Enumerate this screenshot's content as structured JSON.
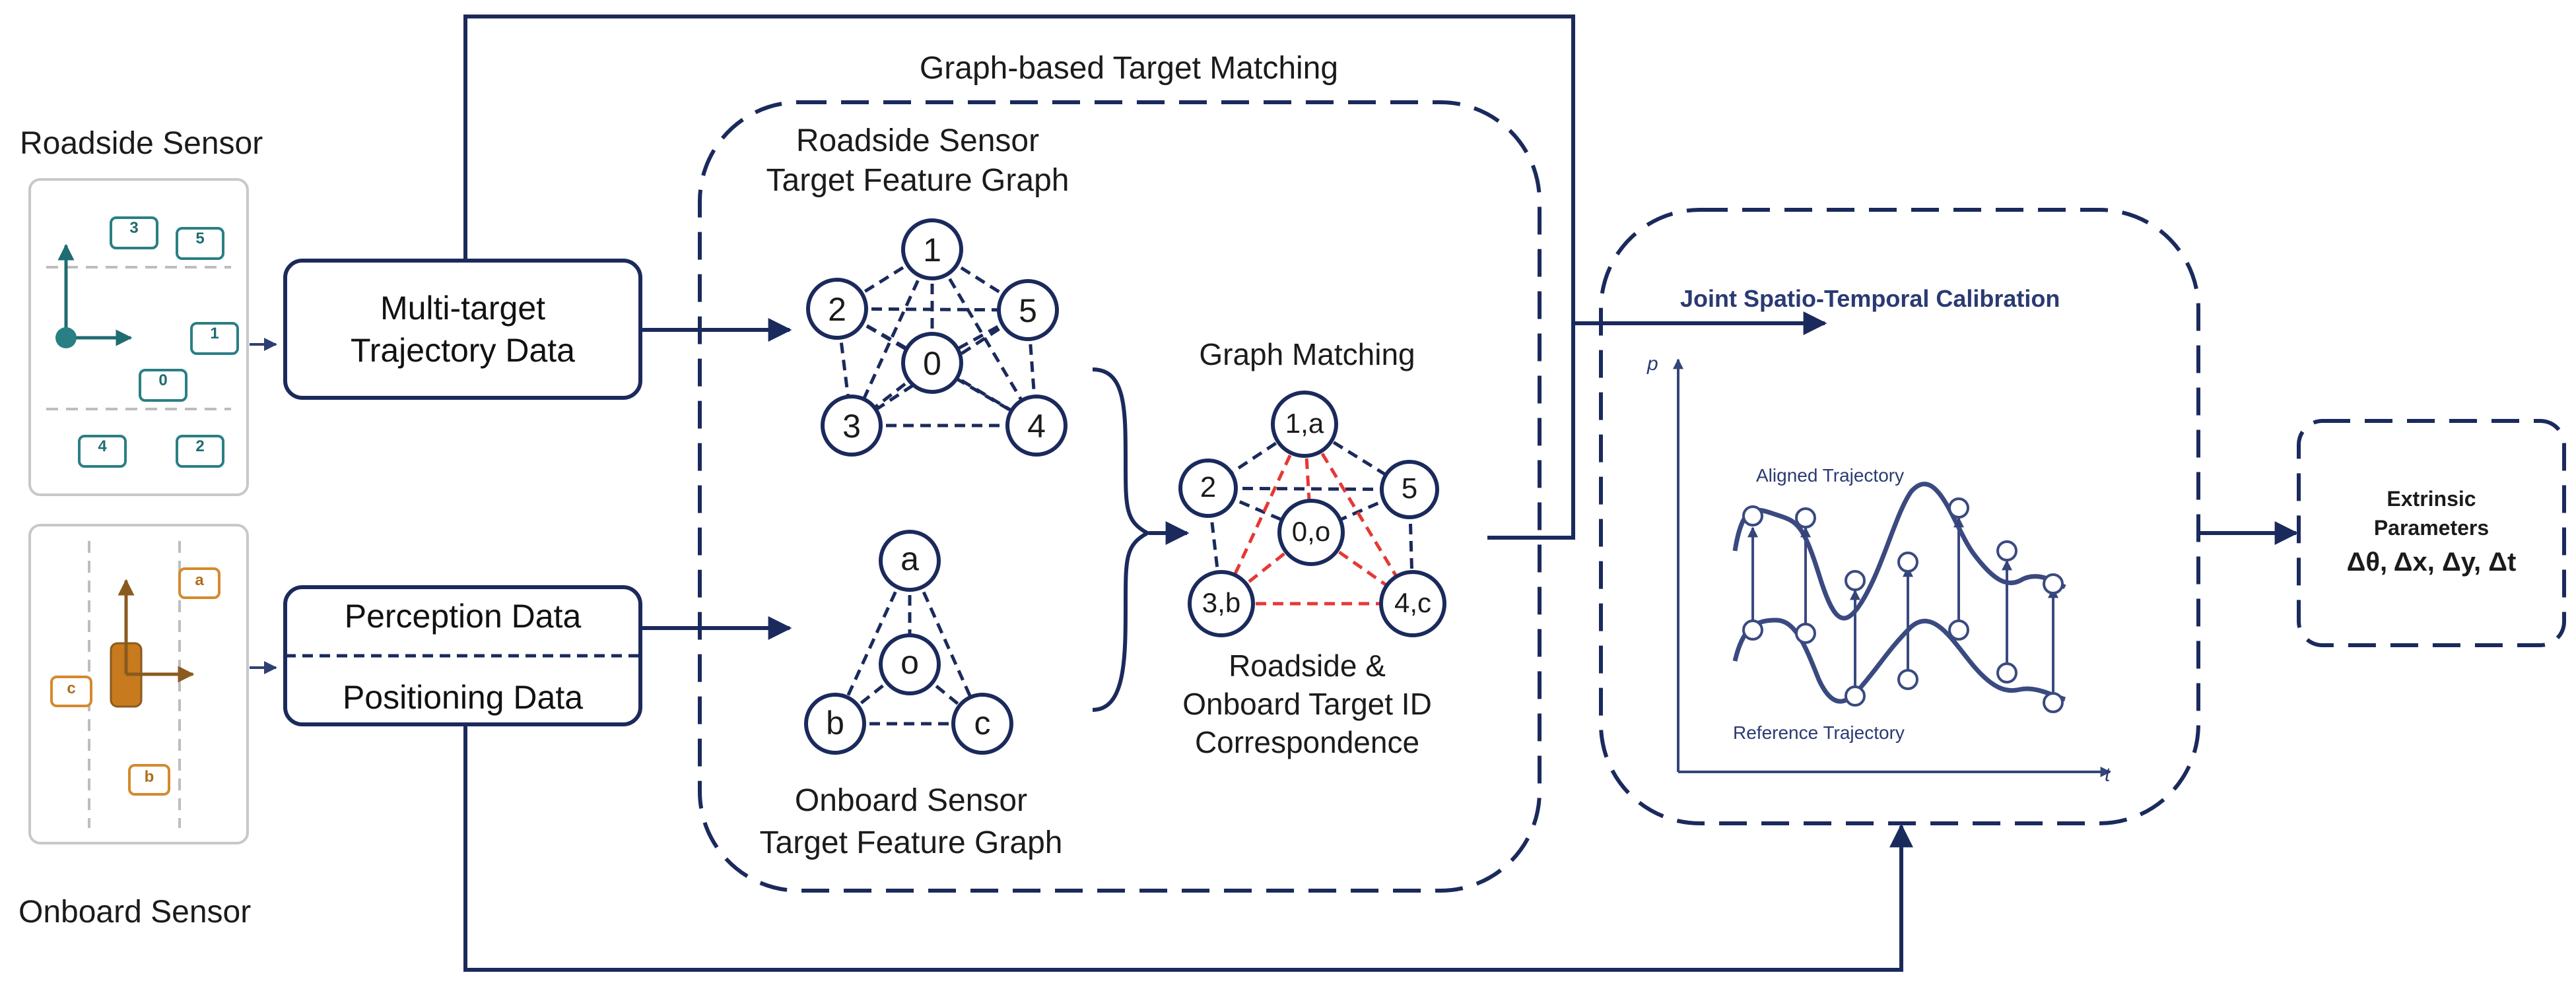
{
  "roadside_sensor": {
    "title": "Roadside Sensor",
    "target_ids": [
      "3",
      "5",
      "1",
      "0",
      "4",
      "2"
    ]
  },
  "onboard_sensor": {
    "title": "Onboard Sensor",
    "target_ids": [
      "a",
      "c",
      "b"
    ]
  },
  "multi_target_box": {
    "line1": "Multi-target",
    "line2": "Trajectory Data"
  },
  "perception_box": {
    "top": "Perception Data",
    "bottom": "Positioning Data"
  },
  "graph_matching_section": {
    "title": "Graph-based Target Matching",
    "roadside_graph": {
      "line1": "Roadside Sensor",
      "line2": "Target Feature Graph",
      "nodes": [
        "1",
        "2",
        "5",
        "0",
        "3",
        "4"
      ]
    },
    "onboard_graph": {
      "line1": "Onboard Sensor",
      "line2": "Target Feature Graph",
      "nodes": [
        "a",
        "o",
        "b",
        "c"
      ]
    },
    "matching": {
      "title": "Graph Matching",
      "nodes": [
        "1,a",
        "2",
        "5",
        "0,o",
        "3,b",
        "4,c"
      ],
      "caption_line1": "Roadside &",
      "caption_line2": "Onboard Target ID",
      "caption_line3": "Correspondence"
    }
  },
  "calibration": {
    "title": "Joint Spatio-Temporal Calibration",
    "y_axis": "p",
    "x_axis": "t",
    "aligned_label": "Aligned Trajectory",
    "reference_label": "Reference Trajectory"
  },
  "output": {
    "line1": "Extrinsic",
    "line2": "Parameters",
    "line3": "Δθ, Δx, Δy, Δt"
  },
  "colors": {
    "navy": "#1b2a5c",
    "teal": "#2a7f84",
    "orange": "#d48a2e",
    "vehicle_fill": "#c77a1e",
    "red_edge": "#e53935",
    "panel_border": "#c8c8c8",
    "grey_dash": "#bdbdbd"
  }
}
